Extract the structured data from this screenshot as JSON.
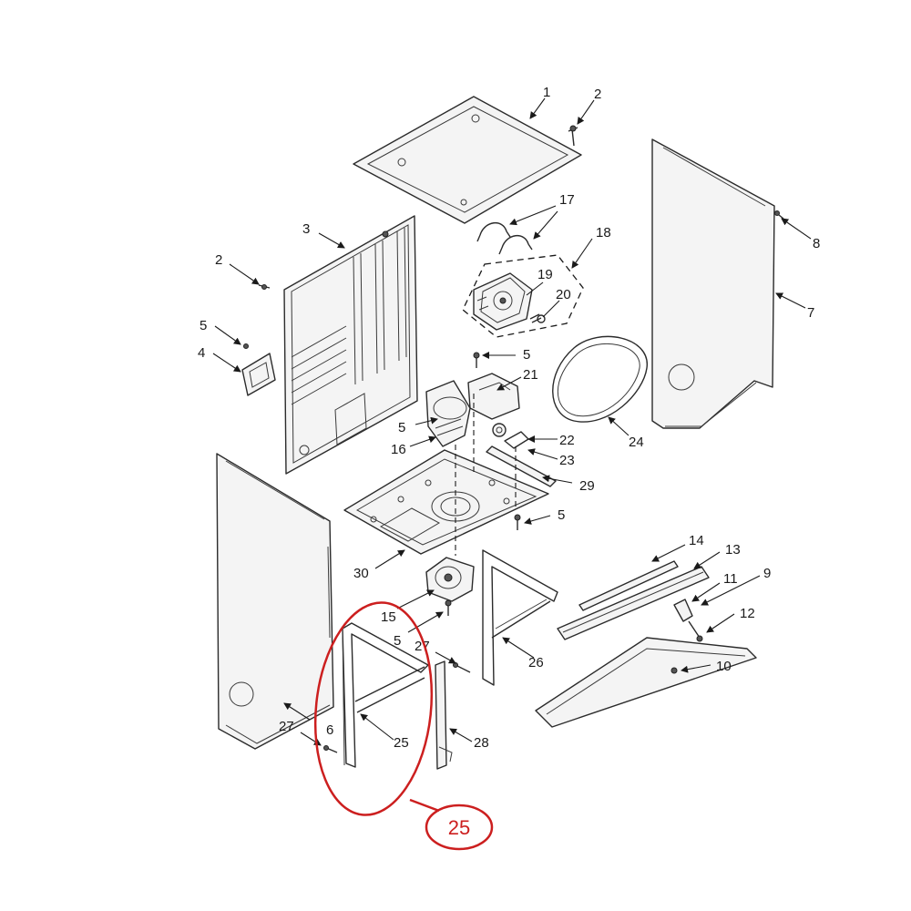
{
  "callouts": {
    "c1": "1",
    "c2a": "2",
    "c2b": "2",
    "c3": "3",
    "c4": "4",
    "c5a": "5",
    "c5b": "5",
    "c5c": "5",
    "c5d": "5",
    "c5e": "5",
    "c6": "6",
    "c7": "7",
    "c8": "8",
    "c9": "9",
    "c10": "10",
    "c11": "11",
    "c12": "12",
    "c13": "13",
    "c14": "14",
    "c15": "15",
    "c16": "16",
    "c17": "17",
    "c18": "18",
    "c19": "19",
    "c20": "20",
    "c21": "21",
    "c22": "22",
    "c23": "23",
    "c24": "24",
    "c25": "25",
    "c26": "26",
    "c27a": "27",
    "c27b": "27",
    "c28": "28",
    "c29": "29",
    "c30": "30"
  },
  "highlight": {
    "label": "25",
    "color": "#cc1f1f"
  }
}
